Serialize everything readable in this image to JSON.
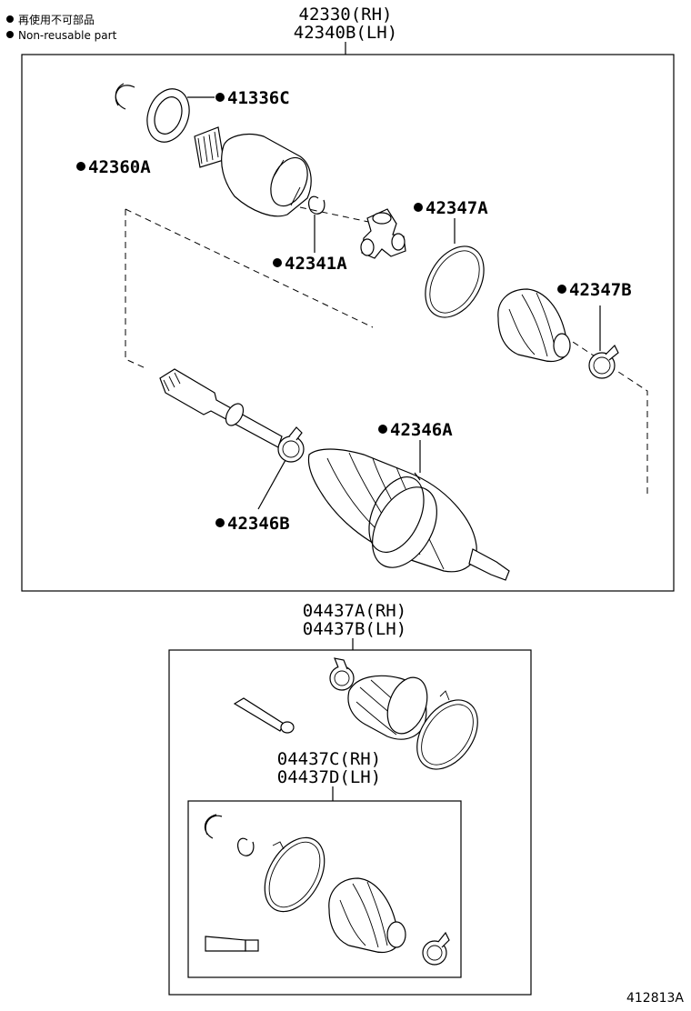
{
  "legend": {
    "line1": "再使用不可部品",
    "line2": "Non-reusable part"
  },
  "main_assembly": {
    "code_rh": "42330(RH)",
    "code_lh": "42340B(LH)"
  },
  "parts": {
    "p41336c": "41336C",
    "p42360a": "42360A",
    "p42347a": "42347A",
    "p42341a": "42341A",
    "p42347b": "42347B",
    "p42346a": "42346A",
    "p42346b": "42346B"
  },
  "boot_kit_outer": {
    "code_rh": "04437A(RH)",
    "code_lh": "04437B(LH)"
  },
  "boot_kit_inner": {
    "code_rh": "04437C(RH)",
    "code_lh": "04437D(LH)"
  },
  "figure_ref": "412813A"
}
